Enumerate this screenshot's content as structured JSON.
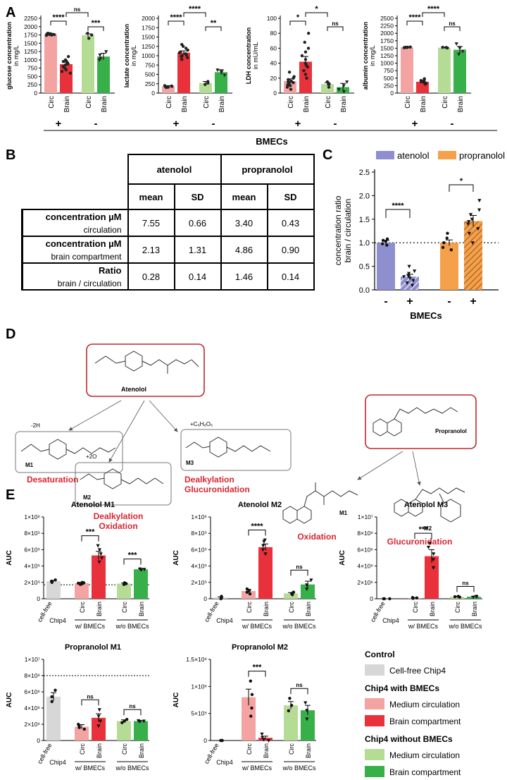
{
  "panel_letters": {
    "a": "A",
    "b": "B",
    "c": "C",
    "d": "D",
    "e": "E"
  },
  "shared": {
    "circ": "Circ",
    "brain": "Brain",
    "plus": "+",
    "minus": "-",
    "bmecs": "BMECs",
    "cellfree_line1": "cell-free",
    "cellfree_line2": "Chip4",
    "with_bmecs": "w/ BMECs",
    "without_bmecs": "w/o BMECs",
    "auc": "AUC",
    "ns": "ns"
  },
  "colors": {
    "circ_with": "#f4a3a3",
    "brain_with": "#e8313a",
    "circ_without": "#b5dc95",
    "brain_without": "#38b04a",
    "control": "#d7d7d7",
    "atenolol": "#8f8fcf",
    "propranolol": "#f5a04a",
    "metabolite_text": "#d72630",
    "box_border": "#c0272d"
  },
  "panel_a": {
    "charts": [
      {
        "ylabel1": "glucose concentration",
        "ylabel2": "in mg/L",
        "ticks": [
          "0",
          "250",
          "500",
          "750",
          "1000",
          "1250",
          "1500",
          "1750",
          "2000",
          "2250"
        ],
        "sig_within_with": "****",
        "sig_within_without": "***",
        "sig_between": "ns"
      },
      {
        "ylabel1": "lactate concentration",
        "ylabel2": "in mg/L",
        "ticks": [
          "0",
          "250",
          "500",
          "750",
          "1000",
          "1250",
          "1500",
          "1750",
          "2000"
        ],
        "sig_within_with": "****",
        "sig_within_without": "**",
        "sig_between": "****"
      },
      {
        "ylabel1": "LDH concentration",
        "ylabel2": "in mU/mL",
        "ticks": [
          "0",
          "20",
          "40",
          "60",
          "80",
          "100"
        ],
        "sig_within_with": "*",
        "sig_within_without": "ns",
        "sig_between": "*"
      },
      {
        "ylabel1": "albumin concentration",
        "ylabel2": "in mg/L",
        "ticks": [
          "0",
          "250",
          "500",
          "750",
          "1000",
          "1250",
          "1500",
          "1750",
          "2000",
          "2250",
          "2500"
        ],
        "sig_within_with": "****",
        "sig_within_without": "ns",
        "sig_between": "****"
      }
    ]
  },
  "panel_b": {
    "headers": {
      "atenolol": "atenolol",
      "propranolol": "propranolol",
      "mean": "mean",
      "sd": "SD"
    },
    "rows": [
      {
        "label": "concentration µM",
        "sublabel": "circulation",
        "values": [
          "7.55",
          "0.66",
          "3.40",
          "0.43"
        ]
      },
      {
        "label": "concentration µM",
        "sublabel": "brain compartment",
        "values": [
          "2.13",
          "1.31",
          "4.86",
          "0.90"
        ]
      },
      {
        "label": "Ratio",
        "sublabel": "brain / circulation",
        "values": [
          "0.28",
          "0.14",
          "1.46",
          "0.14"
        ]
      }
    ]
  },
  "panel_c": {
    "legend_atenolol": "atenolol",
    "legend_propranolol": "propranolol",
    "ylabel1": "concentration ratio",
    "ylabel2": "brain / circulation",
    "ticks": [
      "0.0",
      "0.5",
      "1.0",
      "1.5",
      "2.0",
      "2.5"
    ],
    "sig_atenolol": "****",
    "sig_propranolol": "*"
  },
  "panel_d": {
    "parent_atenolol": "Atenolol",
    "parent_propranolol": "Propranolol",
    "m1_tag": "M1",
    "m2_tag": "M2",
    "m3_tag": "M3",
    "mod_m1": "-2H",
    "mod_m2": "+2O",
    "mod_m3": "+C₆H₈O₆",
    "desaturation": "Desaturation",
    "dealkylation": "Dealkylation",
    "oxidation": "Oxidation",
    "glucuronidation": "Glucuronidation"
  },
  "panel_e": {
    "legend": {
      "control_title": "Control",
      "control_item": "Cell-free Chip4",
      "with_title": "Chip4 with BMECs",
      "with_circ": "Medium circulation",
      "with_brain": "Brain compartment",
      "without_title": "Chip4 without BMECs",
      "without_circ": "Medium circulation",
      "without_brain": "Brain compartment"
    },
    "charts": [
      {
        "title": "Atenolol M1",
        "ticks": [
          "0",
          "2×10⁵",
          "4×10⁵",
          "6×10⁵",
          "8×10⁵",
          "1×10⁶"
        ],
        "sig_with": "***",
        "sig_without": "***"
      },
      {
        "title": "Atenolol M2",
        "ticks": [
          "0",
          "2×10⁵",
          "4×10⁵",
          "6×10⁵",
          "8×10⁵",
          "1×10⁶"
        ],
        "sig_with": "****",
        "sig_without": "ns"
      },
      {
        "title": "Atenolol M3",
        "ticks": [
          "0",
          "2×10⁶",
          "4×10⁶",
          "6×10⁶",
          "8×10⁶",
          "1×10⁷"
        ],
        "sig_with": "***",
        "sig_without": "ns"
      },
      {
        "title": "Propranolol M1",
        "ticks": [
          "0",
          "2×10⁶",
          "4×10⁶",
          "6×10⁶",
          "8×10⁶",
          "1×10⁷"
        ],
        "sig_with": "ns",
        "sig_without": "ns"
      },
      {
        "title": "Propranolol M2",
        "ticks": [
          "0",
          "5×10⁵",
          "1×10⁶",
          "1.5×10⁶"
        ],
        "sig_with": "***",
        "sig_without": "ns"
      }
    ]
  },
  "chart_data": [
    {
      "type": "bar",
      "title": "",
      "ylabel": "glucose concentration in mg/L",
      "ylim": [
        0,
        2250
      ],
      "categories": [
        "Circ +",
        "Brain +",
        "Circ -",
        "Brain -"
      ],
      "values": [
        1770,
        870,
        1740,
        1100
      ],
      "errors": [
        30,
        60,
        40,
        100
      ],
      "points": [
        [
          1740,
          1760,
          1780,
          1770,
          1790,
          1760,
          1750,
          1800,
          1770,
          1780
        ],
        [
          1100,
          950,
          900,
          850,
          800,
          750,
          700,
          650,
          950,
          1000,
          600,
          880
        ],
        [
          1650,
          1750,
          1800
        ],
        [
          1050,
          1150,
          1250,
          1000
        ]
      ]
    },
    {
      "type": "bar",
      "title": "",
      "ylabel": "lactate concentration in mg/L",
      "ylim": [
        0,
        2000
      ],
      "categories": [
        "Circ +",
        "Brain +",
        "Circ -",
        "Brain -"
      ],
      "values": [
        180,
        1080,
        270,
        560
      ],
      "errors": [
        20,
        50,
        40,
        60
      ],
      "points": [
        [
          150,
          180,
          200,
          170,
          160,
          190
        ],
        [
          1300,
          1200,
          1150,
          1100,
          1080,
          1050,
          1000,
          980,
          950,
          900,
          1250,
          1020
        ],
        [
          230,
          270,
          310
        ],
        [
          480,
          560,
          620,
          600
        ]
      ]
    },
    {
      "type": "bar",
      "title": "",
      "ylabel": "LDH concentration in mU/mL",
      "ylim": [
        0,
        100
      ],
      "categories": [
        "Circ +",
        "Brain +",
        "Circ -",
        "Brain -"
      ],
      "values": [
        16,
        42,
        12,
        8
      ],
      "errors": [
        3,
        7,
        2,
        5
      ],
      "points": [
        [
          5,
          8,
          10,
          12,
          14,
          16,
          18,
          20,
          22,
          28,
          15,
          11
        ],
        [
          20,
          25,
          30,
          35,
          40,
          45,
          50,
          55,
          60,
          68,
          80,
          38
        ],
        [
          8,
          12,
          15
        ],
        [
          2,
          5,
          10,
          15
        ]
      ]
    },
    {
      "type": "bar",
      "title": "",
      "ylabel": "albumin concentration in mg/L",
      "ylim": [
        0,
        2500
      ],
      "categories": [
        "Circ +",
        "Brain +",
        "Circ -",
        "Brain -"
      ],
      "values": [
        1530,
        380,
        1520,
        1450
      ],
      "errors": [
        10,
        30,
        15,
        110
      ],
      "points": [
        [
          1520,
          1530,
          1540,
          1525,
          1535
        ],
        [
          300,
          320,
          350,
          380,
          400,
          420,
          450,
          480,
          360,
          340
        ],
        [
          1510,
          1525,
          1530
        ],
        [
          1300,
          1400,
          1500,
          1650
        ]
      ]
    },
    {
      "type": "bar",
      "title": "",
      "ylabel": "concentration ratio brain / circulation",
      "ylim": [
        0,
        2.5
      ],
      "categories": [
        "- atenolol",
        "+ atenolol",
        "- propranolol",
        "+ propranolol"
      ],
      "series": [
        {
          "name": "atenolol",
          "values": [
            1.0,
            0.28
          ]
        },
        {
          "name": "propranolol",
          "values": [
            1.0,
            1.46
          ]
        }
      ],
      "values": [
        1.0,
        0.28,
        1.0,
        1.46
      ],
      "errors": [
        0.05,
        0.05,
        0.06,
        0.12
      ],
      "points": [
        [
          1.08,
          0.95,
          1.03,
          0.98,
          1.05
        ],
        [
          0.5,
          0.4,
          0.3,
          0.25,
          0.2,
          0.15,
          0.35,
          0.1,
          0.28
        ],
        [
          1.2,
          1.1,
          1.0,
          0.9,
          0.85
        ],
        [
          1.7,
          1.6,
          1.5,
          1.4,
          1.3,
          1.2,
          1.9,
          1.0,
          1.45
        ]
      ],
      "reference_line": 1.0
    },
    {
      "type": "bar",
      "title": "Atenolol M1",
      "ylabel": "AUC",
      "ylim": [
        0,
        1000000
      ],
      "categories": [
        "cell-free Chip4",
        "Circ w/ BMECs",
        "Brain w/ BMECs",
        "Circ w/o BMECs",
        "Brain w/o BMECs"
      ],
      "values": [
        215000,
        190000,
        530000,
        185000,
        360000
      ],
      "errors": [
        10000,
        10000,
        50000,
        8000,
        8000
      ],
      "points": [
        [
          200000,
          215000,
          230000
        ],
        [
          175000,
          185000,
          195000,
          200000,
          190000
        ],
        [
          450000,
          500000,
          550000,
          600000,
          650000
        ],
        [
          175000,
          185000,
          195000
        ],
        [
          355000,
          360000,
          365000
        ]
      ],
      "reference_line": 170000
    },
    {
      "type": "bar",
      "title": "Atenolol M2",
      "ylabel": "AUC",
      "ylim": [
        0,
        1000000
      ],
      "categories": [
        "cell-free Chip4",
        "Circ w/ BMECs",
        "Brain w/ BMECs",
        "Circ w/o BMECs",
        "Brain w/o BMECs"
      ],
      "values": [
        15000,
        95000,
        630000,
        65000,
        175000
      ],
      "errors": [
        8000,
        20000,
        40000,
        10000,
        40000
      ],
      "points": [
        [
          0,
          10000,
          30000
        ],
        [
          60000,
          80000,
          100000,
          120000
        ],
        [
          550000,
          600000,
          650000,
          700000,
          720000
        ],
        [
          50000,
          65000,
          80000
        ],
        [
          120000,
          170000,
          230000
        ]
      ]
    },
    {
      "type": "bar",
      "title": "Atenolol M3",
      "ylabel": "AUC",
      "ylim": [
        0,
        10000000
      ],
      "categories": [
        "cell-free Chip4",
        "Circ w/ BMECs",
        "Brain w/ BMECs",
        "Circ w/o BMECs",
        "Brain w/o BMECs"
      ],
      "values": [
        0,
        100000,
        5200000,
        250000,
        250000
      ],
      "errors": [
        0,
        50000,
        800000,
        50000,
        50000
      ],
      "points": [
        [
          0,
          0,
          0
        ],
        [
          50000,
          100000,
          150000
        ],
        [
          3800000,
          4800000,
          5500000,
          6300000,
          6800000
        ],
        [
          200000,
          250000,
          300000
        ],
        [
          200000,
          250000,
          300000
        ]
      ]
    },
    {
      "type": "bar",
      "title": "Propranolol M1",
      "ylabel": "AUC",
      "ylim": [
        0,
        10000000
      ],
      "categories": [
        "cell-free Chip4",
        "Circ w/ BMECs",
        "Brain w/ BMECs",
        "Circ w/o BMECs",
        "Brain w/o BMECs"
      ],
      "values": [
        5400000,
        1700000,
        2800000,
        2400000,
        2400000
      ],
      "errors": [
        500000,
        250000,
        500000,
        150000,
        50000
      ],
      "points": [
        [
          4800000,
          5400000,
          6200000
        ],
        [
          1400000,
          1600000,
          1800000,
          2000000
        ],
        [
          1800000,
          2400000,
          3000000,
          3800000
        ],
        [
          2200000,
          2400000,
          2600000
        ],
        [
          2350000,
          2400000,
          2450000
        ]
      ],
      "reference_line": 8000000
    },
    {
      "type": "bar",
      "title": "Propranolol M2",
      "ylabel": "AUC",
      "ylim": [
        0,
        1500000
      ],
      "categories": [
        "cell-free Chip4",
        "Circ w/ BMECs",
        "Brain w/ BMECs",
        "Circ w/o BMECs",
        "Brain w/o BMECs"
      ],
      "values": [
        0,
        800000,
        50000,
        650000,
        560000
      ],
      "errors": [
        0,
        150000,
        30000,
        70000,
        90000
      ],
      "points": [
        [
          0,
          0,
          0
        ],
        [
          450000,
          600000,
          850000,
          1100000
        ],
        [
          0,
          20000,
          60000,
          120000
        ],
        [
          550000,
          650000,
          780000
        ],
        [
          400000,
          560000,
          700000
        ]
      ]
    }
  ]
}
